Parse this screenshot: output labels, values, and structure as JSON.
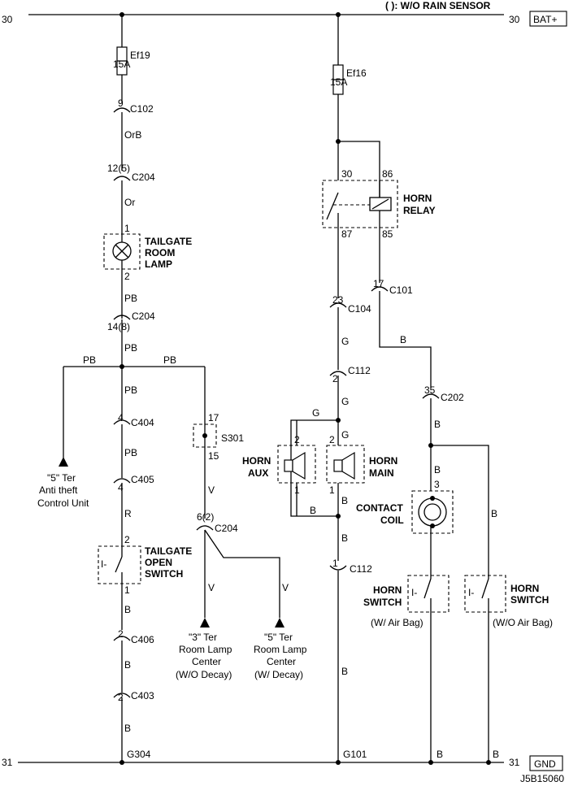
{
  "header": {
    "note": "( ): W/O RAIN SENSOR",
    "left_num": "30",
    "right_num": "30",
    "rail_label": "BAT+"
  },
  "footer": {
    "left_num": "31",
    "right_num": "31",
    "rail_label": "GND",
    "diagram_id": "J5B15060"
  },
  "left": {
    "fuse_name": "Ef19",
    "fuse_amp": "15A",
    "c102_pin": "9",
    "c102": "C102",
    "wire1": "OrB",
    "c204_pin_a": "12(5)",
    "c204_a": "C204",
    "wire2": "Or",
    "lamp_pin1": "1",
    "lamp_pin2": "2",
    "lamp_name": [
      "TAILGATE",
      "ROOM",
      "LAMP"
    ],
    "wire3": "PB",
    "c204_pin_b": "14(8)",
    "c204_b": "C204",
    "wire4": "PB",
    "wire_left": "PB",
    "wire_right": "PB",
    "wire5": "PB",
    "c404_pin": "4",
    "c404": "C404",
    "wire6": "PB",
    "c405_pin": "4",
    "c405": "C405",
    "wire7": "R",
    "sw_pin2": "2",
    "sw_pin1": "1",
    "sw_name": [
      "TAILGATE",
      "OPEN",
      "SWITCH"
    ],
    "wire8": "B",
    "c406_pin": "2",
    "c406": "C406",
    "wire9": "B",
    "c403_pin": "2",
    "c403": "C403",
    "wire10": "B",
    "ground": "G304",
    "antitheft": [
      "\"5\" Ter",
      "Anti theft",
      "Control Unit"
    ],
    "s301_pin17": "17",
    "s301": "S301",
    "s301_pin15": "15",
    "wire11": "V",
    "c204_pin_c": "6(2)",
    "c204_c": "C204",
    "wire12": "V",
    "wire13": "V",
    "room3": [
      "\"3\" Ter",
      "Room Lamp",
      "Center",
      "(W/O Decay)"
    ],
    "room5": [
      "\"5\" Ter",
      "Room Lamp",
      "Center",
      "(W/ Decay)"
    ]
  },
  "right": {
    "fuse_name": "Ef16",
    "fuse_amp": "15A",
    "relay_pin30": "30",
    "relay_pin86": "86",
    "relay_pin87": "87",
    "relay_pin85": "85",
    "relay_name": [
      "HORN",
      "RELAY"
    ],
    "c104_pin": "23",
    "c104": "C104",
    "c101_pin": "17",
    "c101": "C101",
    "wire_g1": "G",
    "wire_b1": "B",
    "c112_pin_a": "2",
    "c112_a": "C112",
    "wire_g2": "G",
    "c202_pin": "35",
    "c202": "C202",
    "wire_g3": "G",
    "wire_g4": "G",
    "aux_pin2": "2",
    "aux_pin1": "1",
    "aux_name": [
      "HORN",
      "AUX"
    ],
    "main_pin2": "2",
    "main_pin1": "1",
    "main_name": [
      "HORN",
      "MAIN"
    ],
    "wire_b2": "B",
    "wire_b3": "B",
    "wire_b4": "B",
    "wire_b5": "B",
    "coil_pin": "3",
    "coil_name": [
      "CONTACT",
      "COIL"
    ],
    "wire_b6": "B",
    "c112_pin_b": "1",
    "c112_b": "C112",
    "hsw1_name": [
      "HORN",
      "SWITCH"
    ],
    "hsw1_note": "(W/ Air Bag)",
    "hsw2_name": [
      "HORN",
      "SWITCH"
    ],
    "hsw2_note": "(W/O Air Bag)",
    "wire_b7": "B",
    "ground": "G101",
    "wire_b8": "B"
  }
}
